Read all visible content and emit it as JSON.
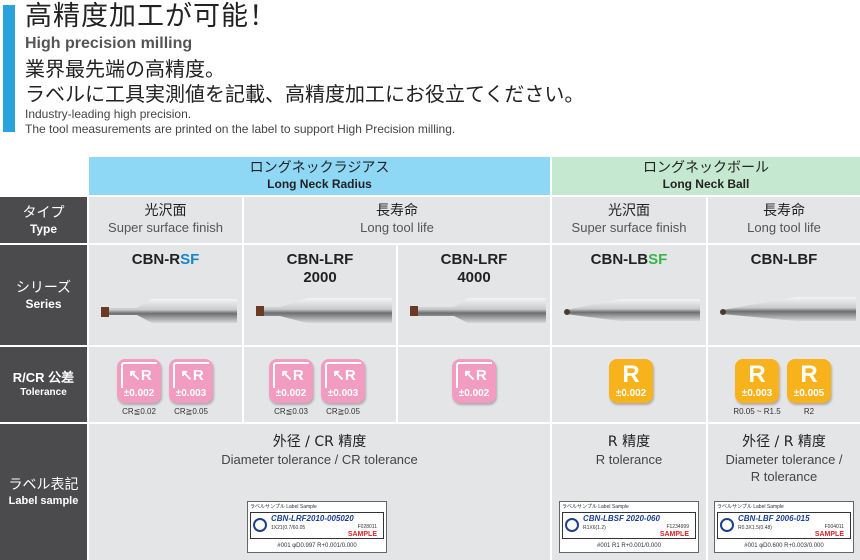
{
  "heading": {
    "title": "高精度加工が可能！",
    "subtitle_en": "High precision milling",
    "line1": "業界最先端の高精度。",
    "line2": "ラベルに工具実測値を記載、高精度加工にお役立てください。",
    "desc1": "Industry-leading high precision.",
    "desc2": "The tool measurements are printed on the label to support High Precision milling."
  },
  "groups": [
    {
      "jp": "ロングネックラジアス",
      "en": "Long Neck Radius"
    },
    {
      "jp": "ロングネックボール",
      "en": "Long Neck Ball"
    }
  ],
  "row_labels": {
    "type": {
      "jp": "タイプ",
      "en": "Type"
    },
    "series": {
      "jp": "シリーズ",
      "en": "Series"
    },
    "tolerance": {
      "jp": "R/CR 公差",
      "en": "Tolerance"
    },
    "label": {
      "jp": "ラベル表記",
      "en": "Label sample"
    }
  },
  "types": [
    {
      "jp": "光沢面",
      "en": "Super surface finish"
    },
    {
      "jp": "長寿命",
      "en": "Long tool life"
    },
    {
      "jp": "光沢面",
      "en": "Super surface finish"
    },
    {
      "jp": "長寿命",
      "en": "Long tool life"
    }
  ],
  "series": [
    {
      "base": "CBN-R",
      "hl": "SF",
      "line2": ""
    },
    {
      "base": "CBN-LRF",
      "hl": "",
      "line2": "2000"
    },
    {
      "base": "CBN-LRF",
      "hl": "",
      "line2": "4000"
    },
    {
      "base": "CBN-LB",
      "hl": "SF",
      "line2": ""
    },
    {
      "base": "CBN-LBF",
      "hl": "",
      "line2": ""
    }
  ],
  "badges": [
    {
      "letter": "R",
      "tol": "±0.002",
      "cap": "CR≦0.02"
    },
    {
      "letter": "R",
      "tol": "±0.003",
      "cap": "CR≧0.05"
    },
    {
      "letter": "R",
      "tol": "±0.002",
      "cap": "CR≦0.03"
    },
    {
      "letter": "R",
      "tol": "±0.003",
      "cap": "CR≧0.05"
    },
    {
      "letter": "R",
      "tol": "±0.002",
      "cap": ""
    },
    {
      "letter": "R",
      "tol": "±0.002",
      "cap": ""
    },
    {
      "letter": "R",
      "tol": "±0.003",
      "cap": "R0.05 ~ R1.5"
    },
    {
      "letter": "R",
      "tol": "±0.005",
      "cap": "R2"
    }
  ],
  "label_desc": [
    {
      "jp": "外径 / CR 精度",
      "en": "Diameter tolerance / CR tolerance"
    },
    {
      "jp": "R 精度",
      "en": "R tolerance"
    },
    {
      "jp": "外径 / R 精度",
      "en": "Diameter tolerance /",
      "en2": "R tolerance"
    }
  ],
  "samples": [
    {
      "head": "ラベルサンプル Label Sample",
      "code": "CBN-LRF2010-005020",
      "sn": "F028011",
      "size": "1X21(0.7/60.05",
      "stamp": "SAMPLE",
      "meas": "#001 φD0.997 R+0.001/0.000"
    },
    {
      "head": "ラベルサンプル Label Sample",
      "code": "CBN-LBSF 2020-060",
      "sn": "F1234999",
      "size": "R1X6(1.2)",
      "stamp": "SAMPLE",
      "meas": "#001 R1 R+0.001/0.000"
    },
    {
      "head": "ラベルサンプル Label Sample",
      "code": "CBN-LBF 2006-015",
      "sn": "F004011",
      "size": "R0.3X1.5(0.48)",
      "stamp": "SAMPLE",
      "meas": "#001 φD0.600 R+0.003/0.000"
    }
  ],
  "colors": {
    "accent": "#29a3dc",
    "radius_header": "#8fd8f5",
    "ball_header": "#c5e8d0",
    "pink": "#f29cc2",
    "orange": "#f7b21c",
    "label_bg": "#4b4b4d",
    "cell_bg": "#e4e5e7"
  }
}
